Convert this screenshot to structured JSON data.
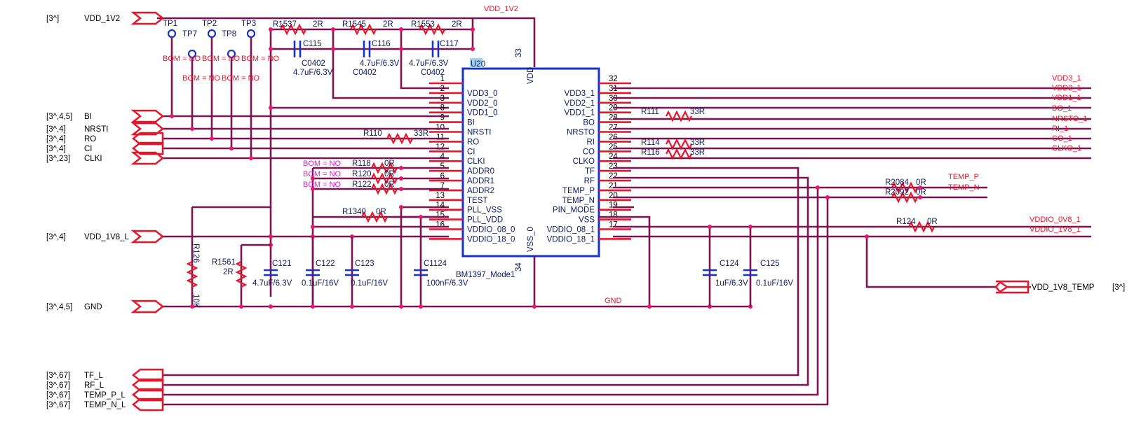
{
  "chip": {
    "ref": "U20",
    "part": "BM1397_Mode1",
    "vdd": "VDD",
    "vdd_pin": "33",
    "vss": "VSS_0",
    "vss_pin": "34",
    "left_pins": [
      {
        "num": "1",
        "name": ""
      },
      {
        "num": "2",
        "name": "VDD3_0"
      },
      {
        "num": "3",
        "name": "VDD2_0"
      },
      {
        "num": "8",
        "name": "VDD1_0"
      },
      {
        "num": "9",
        "name": "BI"
      },
      {
        "num": "10",
        "name": "NRSTI"
      },
      {
        "num": "11",
        "name": "RO"
      },
      {
        "num": "12",
        "name": "CI"
      },
      {
        "num": "4",
        "name": "CLKI"
      },
      {
        "num": "5",
        "name": "ADDR0"
      },
      {
        "num": "6",
        "name": "ADDR1"
      },
      {
        "num": "7",
        "name": "ADDR2"
      },
      {
        "num": "13",
        "name": "TEST"
      },
      {
        "num": "14",
        "name": "PLL_VSS"
      },
      {
        "num": "15",
        "name": "PLL_VDD"
      },
      {
        "num": "16",
        "name": "VDDIO_08_0"
      },
      {
        "num": "",
        "name": "VDDIO_18_0"
      }
    ],
    "right_pins": [
      {
        "num": "32",
        "name": ""
      },
      {
        "num": "31",
        "name": "VDD3_1"
      },
      {
        "num": "30",
        "name": "VDD2_1"
      },
      {
        "num": "29",
        "name": "VDD1_1"
      },
      {
        "num": "28",
        "name": "BO"
      },
      {
        "num": "27",
        "name": "NRSTO"
      },
      {
        "num": "26",
        "name": "RI"
      },
      {
        "num": "25",
        "name": "CO"
      },
      {
        "num": "24",
        "name": "CLKO"
      },
      {
        "num": "23",
        "name": "TF"
      },
      {
        "num": "22",
        "name": "RF"
      },
      {
        "num": "21",
        "name": "TEMP_P"
      },
      {
        "num": "20",
        "name": "TEMP_N"
      },
      {
        "num": "19",
        "name": "PIN_MODE"
      },
      {
        "num": "18",
        "name": "VSS"
      },
      {
        "num": "17",
        "name": "VDDIO_08_1"
      },
      {
        "num": "",
        "name": "VDDIO_18_1"
      }
    ]
  },
  "left_ports": [
    {
      "ref": "[3^]",
      "name": "VDD_1V2"
    },
    {
      "ref": "[3^,4,5]",
      "name": "BI"
    },
    {
      "ref": "[3^,4]",
      "name": "NRSTI"
    },
    {
      "ref": "[3^,4]",
      "name": "RO"
    },
    {
      "ref": "[3^,4]",
      "name": "CI"
    },
    {
      "ref": "[3^,23]",
      "name": "CLKI"
    },
    {
      "ref": "[3^,4]",
      "name": "VDD_1V8_L"
    },
    {
      "ref": "[3^,4,5]",
      "name": "GND"
    },
    {
      "ref": "[3^,67]",
      "name": "TF_L"
    },
    {
      "ref": "[3^,67]",
      "name": "RF_L"
    },
    {
      "ref": "[3^,67]",
      "name": "TEMP_P_L"
    },
    {
      "ref": "[3^,67]",
      "name": "TEMP_N_L"
    }
  ],
  "right_port": {
    "name": "VDD_1V8_TEMP",
    "ref": "[3^]"
  },
  "net_labels": {
    "vdd_1v2": "VDD_1V2",
    "gnd": "GND",
    "right": [
      "VDD3_1",
      "VDD2_1",
      "VDD1_1",
      "BO_1",
      "NRSTO_1",
      "RI_1",
      "CO_1",
      "CLKO_1"
    ],
    "temp_p": "TEMP_P",
    "temp_n": "TEMP_N",
    "vddio_0v8": "VDDIO_0V8_1",
    "vddio_1v8": "VDDIO_1V8_1"
  },
  "test_points": [
    "TP1",
    "TP7",
    "TP2",
    "TP8",
    "TP3"
  ],
  "bom_notes": [
    "BOM = NO",
    "BOM = NO",
    "BOM = NO",
    "BOM = NO",
    "BOM = NO",
    "BOM = NO",
    "BOM = NO",
    "BOM = NO"
  ],
  "resistors": [
    {
      "ref": "R1537",
      "value": "2R"
    },
    {
      "ref": "R1545",
      "value": "2R"
    },
    {
      "ref": "R1553",
      "value": "2R"
    },
    {
      "ref": "R110",
      "value": "33R"
    },
    {
      "ref": "R118",
      "value": "0R"
    },
    {
      "ref": "R120",
      "value": "0R"
    },
    {
      "ref": "R122",
      "value": "0R"
    },
    {
      "ref": "R1340",
      "value": "0R"
    },
    {
      "ref": "R111",
      "value": "33R"
    },
    {
      "ref": "R114",
      "value": "33R"
    },
    {
      "ref": "R116",
      "value": "33R"
    },
    {
      "ref": "R2084",
      "value": "0R"
    },
    {
      "ref": "R2092",
      "value": "0R"
    },
    {
      "ref": "R124",
      "value": "0R"
    },
    {
      "ref": "R126",
      "value": "10K"
    },
    {
      "ref": "R1561",
      "value": "2R"
    }
  ],
  "capacitors": [
    {
      "ref": "C115",
      "value": "4.7uF/6.3V",
      "size": "C0402"
    },
    {
      "ref": "C116",
      "value": "4.7uF/6.3V",
      "size": "C0402"
    },
    {
      "ref": "C117",
      "value": "4.7uF/6.3V",
      "size": "C0402"
    },
    {
      "ref": "C121",
      "value": "4.7uF/6.3V"
    },
    {
      "ref": "C122",
      "value": "0.1uF/16V"
    },
    {
      "ref": "C123",
      "value": "0.1uF/16V"
    },
    {
      "ref": "C1124",
      "value": "100nF/6.3V"
    },
    {
      "ref": "C124",
      "value": "1uF/6.3V"
    },
    {
      "ref": "C125",
      "value": "0.1uF/16V"
    }
  ]
}
